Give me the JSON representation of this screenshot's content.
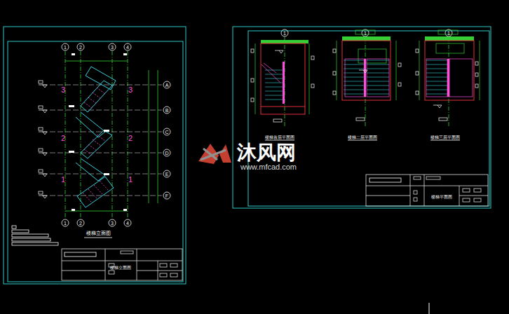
{
  "diagram": {
    "labels": [
      "1",
      "2",
      "3",
      "4",
      "1",
      "2",
      "3",
      "4",
      "A",
      "B",
      "C",
      "D",
      "E",
      "F",
      "3",
      "3",
      "2",
      "2",
      "1",
      "1",
      "楼梯立面图",
      "楼梯立面图",
      "1",
      "1",
      "1",
      "楼梯首层平面图",
      "楼梯二层平面图",
      "楼梯三层平面图",
      "楼梯平面图",
      "沐风网",
      "www.mfcad.com"
    ]
  }
}
